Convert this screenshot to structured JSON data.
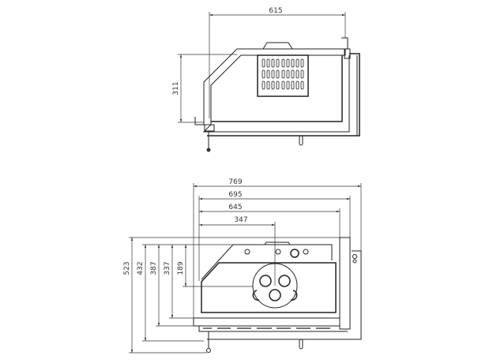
{
  "top_view": {
    "width_dim": "615",
    "height_dim": "311"
  },
  "front_view": {
    "width_dims": [
      "769",
      "695",
      "645",
      "347"
    ],
    "height_dims": [
      "523",
      "432",
      "387",
      "337",
      "189"
    ]
  }
}
